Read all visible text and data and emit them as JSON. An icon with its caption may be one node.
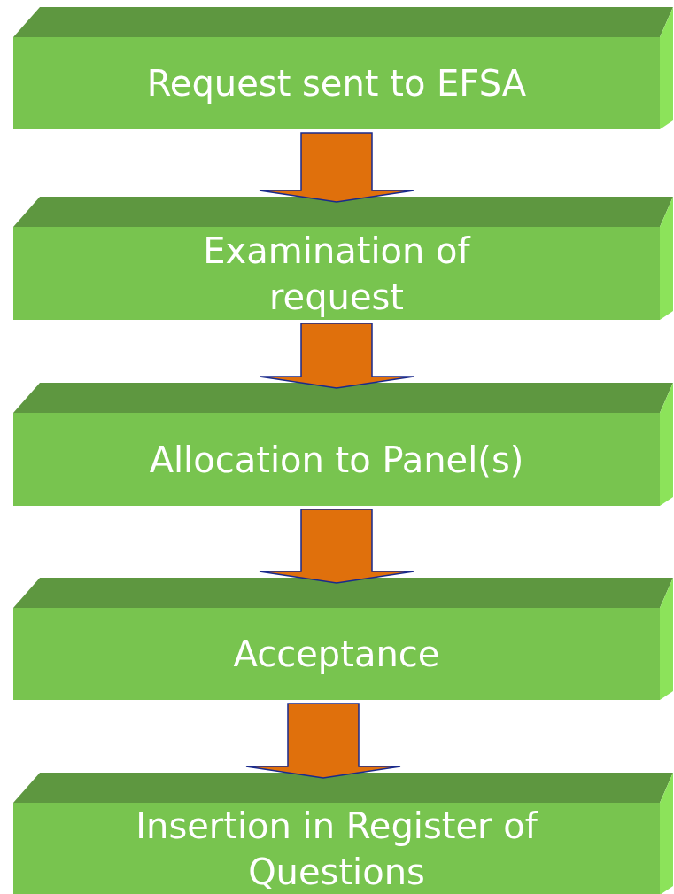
{
  "diagram": {
    "nodes": [
      {
        "text": [
          "Request sent to EFSA"
        ]
      },
      {
        "text": [
          "Examination of request"
        ]
      },
      {
        "text": [
          "Allocation to Panel(s)"
        ]
      },
      {
        "text": [
          "Acceptance"
        ]
      },
      {
        "text": [
          "Insertion in Register of Questions"
        ]
      }
    ],
    "edges": [
      {
        "from": 0,
        "to": 1,
        "arrow": "to"
      },
      {
        "from": 1,
        "to": 2,
        "arrow": "to"
      },
      {
        "from": 2,
        "to": 3,
        "arrow": "to"
      },
      {
        "from": 3,
        "to": 4,
        "arrow": "to"
      }
    ]
  }
}
